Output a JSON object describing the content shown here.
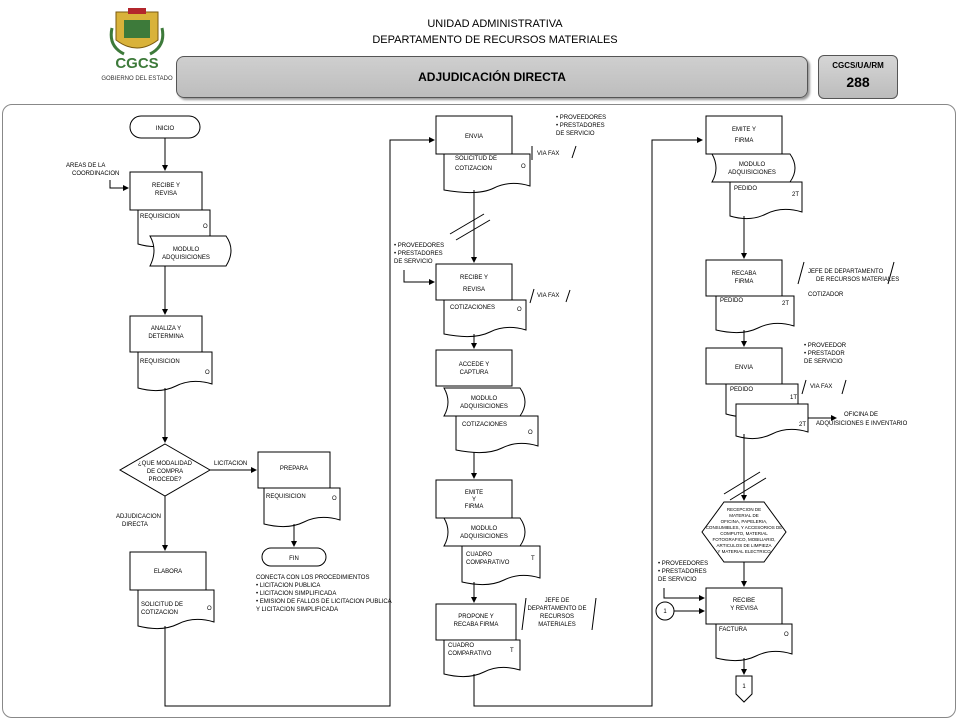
{
  "header": {
    "logo_text": "CGCS",
    "logo_sub": "GOBIERNO DEL ESTADO",
    "line1": "UNIDAD ADMINISTRATIVA",
    "line2": "DEPARTAMENTO DE RECURSOS MATERIALES",
    "title": "ADJUDICACIÓN DIRECTA",
    "code_label": "CGCS/UA/RM",
    "code_number": "288"
  },
  "colors": {
    "banner": "#c8c8c8",
    "logo_green": "#3d7a3a",
    "logo_gold": "#d9b23a",
    "logo_red": "#b3262c"
  },
  "flow": {
    "inicio": "INICIO",
    "areas": [
      "AREAS DE LA",
      "COORDINACION"
    ],
    "recibe_revisa": [
      "RECIBE Y",
      "REVISA"
    ],
    "requisicion": "REQUISICION",
    "orig": "O",
    "modulo_adq": [
      "MODULO",
      "ADQUISICIONES"
    ],
    "analiza": [
      "ANALIZA Y",
      "DETERMINA"
    ],
    "decision": [
      "¿QUE MODALIDAD",
      "DE COMPRA",
      "PROCEDE?"
    ],
    "licitacion": "LICITACION",
    "prepara": "PREPARA",
    "fin": "FIN",
    "conecta": [
      "CONECTA CON LOS PROCEDIMIENTOS",
      "• LICITACION PUBLICA",
      "• LICITACION SIMPLIFICADA",
      "• EMISION DE FALLOS DE LICITACION PUBLICA",
      "  Y LICITACION SIMPLIFICADA"
    ],
    "adj_directa": [
      "ADJUDICACION",
      "DIRECTA"
    ],
    "elabora": "ELABORA",
    "solicitud_cot": [
      "SOLICITUD DE",
      "COTIZACION"
    ],
    "envia": "ENVIA",
    "proveedores": [
      "• PROVEEDORES",
      "• PRESTADORES",
      "  DE SERVICIO"
    ],
    "via_fax": "VIA FAX",
    "cotizaciones": "COTIZACIONES",
    "accede": [
      "ACCEDE Y",
      "CAPTURA"
    ],
    "emite_firma": [
      "EMITE",
      "Y",
      "FIRMA"
    ],
    "cuadro": [
      "CUADRO",
      "COMPARATIVO"
    ],
    "t": "T",
    "propone": [
      "PROPONE Y",
      "RECABA FIRMA"
    ],
    "jefe_depto": [
      "JEFE DE",
      "DEPARTAMENTO DE",
      "RECURSOS",
      "MATERIALES"
    ],
    "emite_y_firma": [
      "EMITE Y",
      "FIRMA"
    ],
    "pedido": "PEDIDO",
    "c2t": "2T",
    "c1t": "1T",
    "recaba": [
      "RECABA",
      "FIRMA"
    ],
    "jefe_rm": [
      "JEFE DE DEPARTAMENTO",
      "DE RECURSOS MATERIALES"
    ],
    "cotizador": "COTIZADOR",
    "proveedor": [
      "• PROVEEDOR",
      "• PRESTADOR",
      "  DE SERVICIO"
    ],
    "oficina_inv": [
      "OFICINA DE",
      "ADQUISICIONES E INVENTARIO"
    ],
    "recepcion": [
      "RECEPCION DE",
      "MATERIAL DE",
      "OFICINA, PAPELERIA,",
      "CONSUMIBLES, Y ACCESORIOS DE",
      "COMPUTO, MATERIAL",
      "FOTOGRAFICO, MOBILIARIO,",
      "ARTICULOS DE LIMPIEZA",
      "Y MATERIAL ELECTRICO"
    ],
    "proveedores2": [
      "• PROVEEDORES",
      "• PRESTADORES",
      "  DE SERVICIO"
    ],
    "recibe_revisa2": [
      "RECIBE",
      "Y REVISA"
    ],
    "factura": "FACTURA",
    "connector": "1"
  }
}
